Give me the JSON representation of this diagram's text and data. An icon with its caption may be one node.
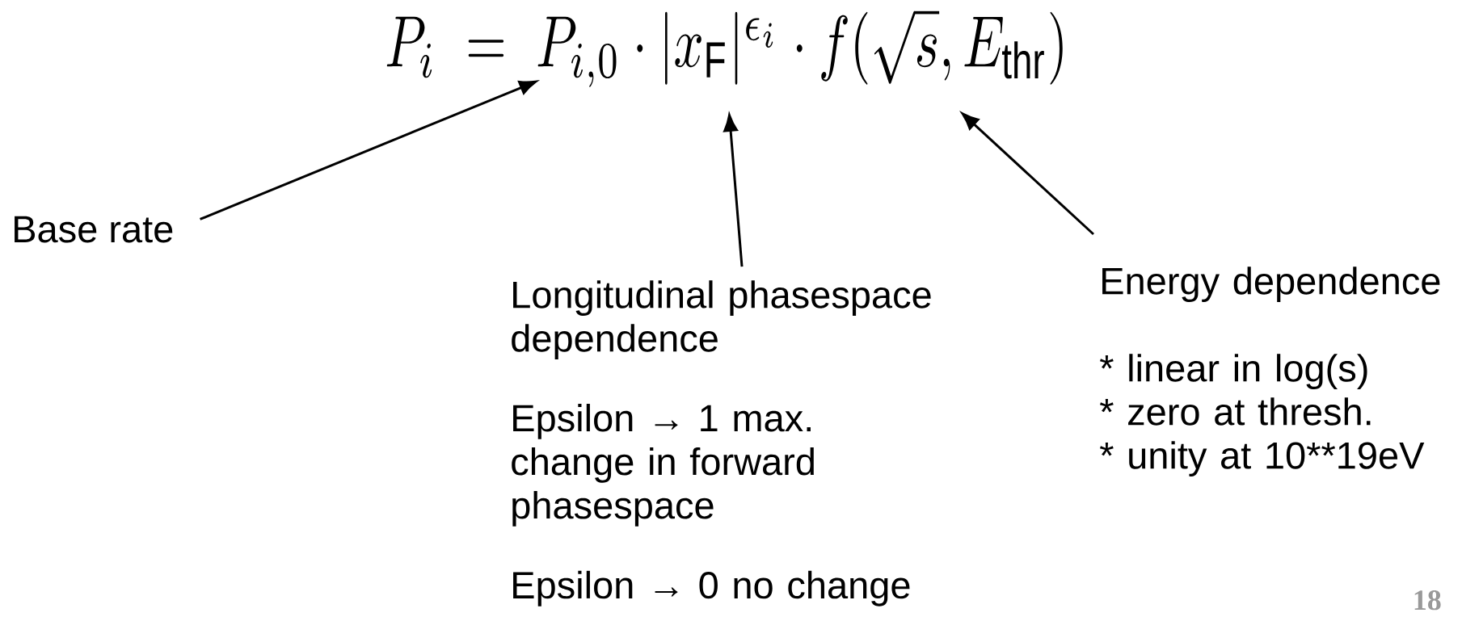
{
  "diagram": {
    "nodes": [
      {
        "text": [
          "P_i \\;=\\; P_{i,0}\\cdot|x_{\\mathrm{F}}|^{\\epsilon_i}\\cdot f(\\sqrt{s},E_{\\mathrm{thr}})"
        ]
      },
      {
        "text": [
          "Base rate"
        ]
      },
      {
        "text": [
          "Longitudinal phasespace dependence",
          "Epsilon → 1 max. change in forward phasespace",
          "Epsilon → 0 no change"
        ]
      },
      {
        "text": [
          "Energy dependence",
          "* linear in log(s)",
          "* zero at thresh.",
          "* unity at 10**19eV"
        ]
      }
    ],
    "edges": [
      {
        "from": 1,
        "to": 0,
        "arrow": "to"
      },
      {
        "from": 2,
        "to": 0,
        "arrow": "to"
      },
      {
        "from": 3,
        "to": 0,
        "arrow": "to"
      }
    ],
    "labels": [
      "18"
    ]
  }
}
